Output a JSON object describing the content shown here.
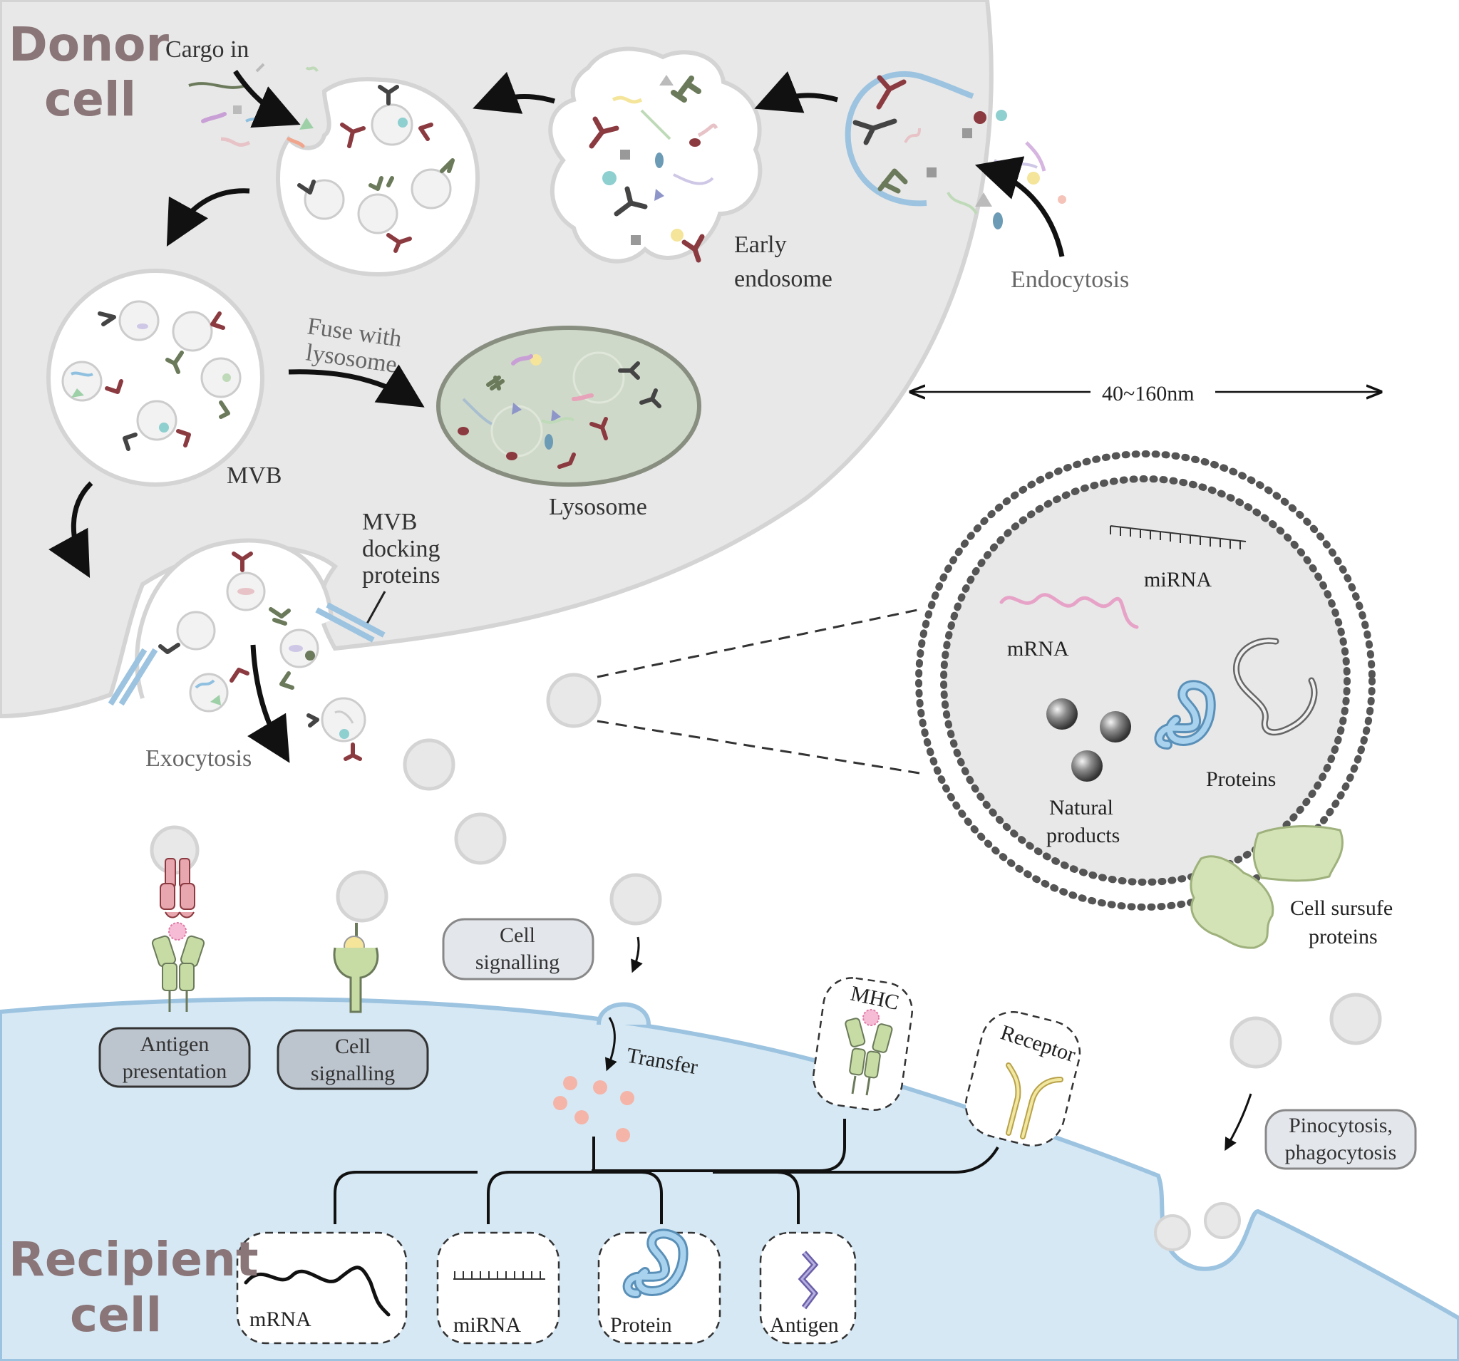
{
  "donor_title": [
    "Donor",
    "cell"
  ],
  "recipient_title": [
    "Recipient",
    "cell"
  ],
  "labels": {
    "cargo_in": "Cargo in",
    "early_endosome": [
      "Early",
      "endosome"
    ],
    "endocytosis": "Endocytosis",
    "fuse_with_lysosome": [
      "Fuse with",
      "lysosome"
    ],
    "lysosome": "Lysosome",
    "mvb": "MVB",
    "mvb_docking_proteins": [
      "MVB",
      "docking",
      "proteins"
    ],
    "exocytosis": "Exocytosis",
    "size_range": "40~160nm",
    "mirna": "miRNA",
    "mrna": "mRNA",
    "proteins": "Proteins",
    "natural_products": [
      "Natural",
      "products"
    ],
    "cell_surface_proteins": [
      "Cell sursufe",
      "proteins"
    ],
    "cell_signalling_box": [
      "Cell",
      "signalling"
    ],
    "antigen_presentation": [
      "Antigen",
      "presentation"
    ],
    "cell_signalling_membrane": [
      "Cell",
      "signalling"
    ],
    "transfer": "Transfer",
    "mhc": "MHC",
    "receptor": "Receptor",
    "pinocytosis": [
      "Pinocytosis,",
      "phagocytosis"
    ]
  },
  "cargo_boxes": [
    "mRNA",
    "miRNA",
    "Protein",
    "Antigen"
  ],
  "colors": {
    "donor_fill": "#e8e8e8",
    "recipient_fill": "#d6e8f4",
    "membrane_blue": "#9cc3e0",
    "lysosome_fill": "#cfd9c9",
    "protein_blue": "#7fb7dd",
    "antibody_red": "#8b3a40",
    "antibody_green": "#6b7a5a",
    "surface_protein": "#d4e3b5"
  }
}
